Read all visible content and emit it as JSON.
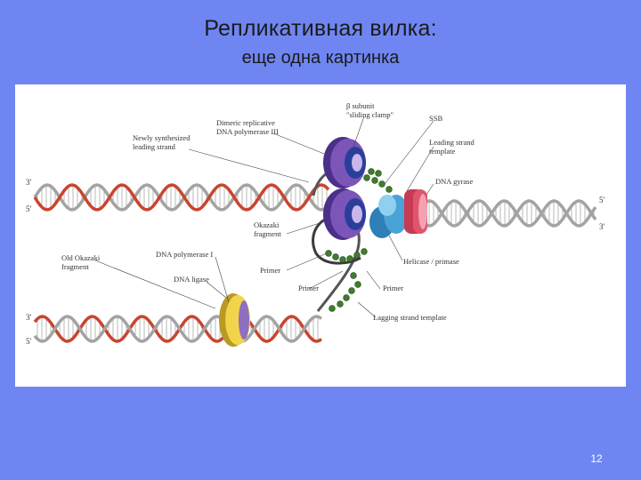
{
  "slide": {
    "title": "Репликативная вилка:",
    "subtitle": "еще одна картинка",
    "page_number": "12"
  },
  "labels": {
    "newly_synthesized": [
      "Newly synthesized",
      "leading strand"
    ],
    "dimeric_polymerase": [
      "Dimeric replicative",
      "DNA polymerase III"
    ],
    "beta_subunit": [
      "β subunit",
      "\"sliding clamp\""
    ],
    "ssb": "SSB",
    "leading_template": [
      "Leading strand",
      "template"
    ],
    "dna_gyrase": "DNA gyrase",
    "okazaki_fragment": [
      "Okazaki",
      "fragment"
    ],
    "old_okazaki": [
      "Old Okazaki",
      "fragment"
    ],
    "dna_polymerase_i": "DNA polymerase I",
    "dna_ligase": "DNA ligase",
    "primer_left": "Primer",
    "primer_bottom": "Primer",
    "primer_right": "Primer",
    "helicase_primase": "Helicase / primase",
    "lagging_template": "Lagging strand template"
  },
  "strand_ends": {
    "top_left_3": "3'",
    "top_left_5": "5'",
    "right_5": "5'",
    "right_3": "3'",
    "bottom_left_3": "3'",
    "bottom_left_5": "5'"
  },
  "colors": {
    "slide_background": "#6f86f2",
    "old_strand": "#a3a3a3",
    "new_strand": "#c8452f",
    "polymerase": "#7b56b8",
    "clamp": "#2a3f9a",
    "gyrase": "#e0556b",
    "helicase": "#4aa3d6",
    "ssb": "#3f7d2e",
    "ligase": "#f2d44a"
  }
}
